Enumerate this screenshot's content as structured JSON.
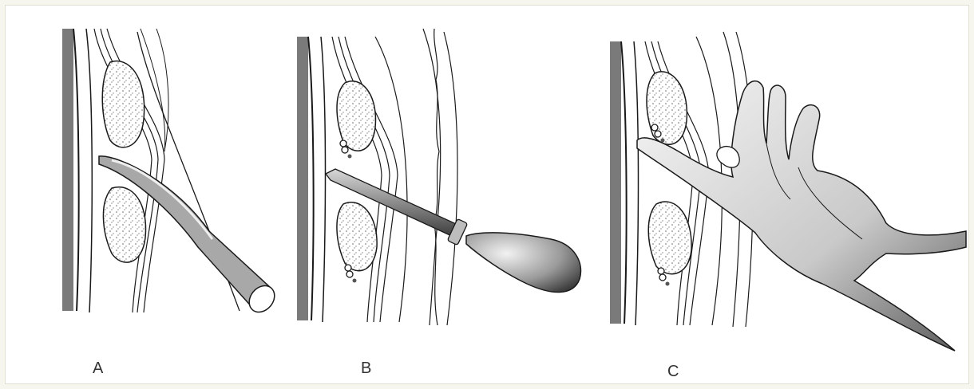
{
  "panels": [
    {
      "label": "A"
    },
    {
      "label": "B"
    },
    {
      "label": "C"
    }
  ],
  "colors": {
    "background": "#f6f5ee",
    "ink": "#1a1a1a",
    "bone_fill": "#ffffff",
    "wall_shade": "#7a7a7a",
    "instrument_fill": "#a8a8a8"
  }
}
